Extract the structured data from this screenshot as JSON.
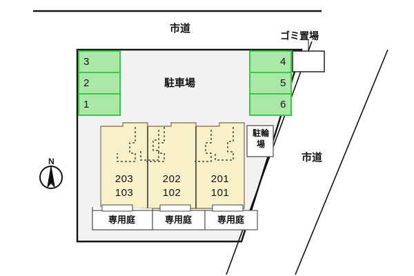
{
  "plan": {
    "type": "property-site-plan",
    "roads": {
      "top_label": "市道",
      "right_label": "市道"
    },
    "parking": {
      "area_label": "駐車場",
      "left_column": [
        {
          "number": "3"
        },
        {
          "number": "2"
        },
        {
          "number": "1"
        }
      ],
      "right_column": [
        {
          "number": "4"
        },
        {
          "number": "5"
        },
        {
          "number": "6"
        }
      ]
    },
    "trash": {
      "label": "ゴミ置場"
    },
    "bicycle_parking": {
      "label_line1": "駐輪",
      "label_line2": "場"
    },
    "building": {
      "units": [
        {
          "upper": "203",
          "lower": "103"
        },
        {
          "upper": "202",
          "lower": "102"
        },
        {
          "upper": "201",
          "lower": "101"
        }
      ]
    },
    "gardens": [
      {
        "label": "専用庭"
      },
      {
        "label": "専用庭"
      },
      {
        "label": "専用庭"
      }
    ],
    "compass": {
      "label": "N"
    },
    "colors": {
      "parking_stall_fill": "#aae8a8",
      "parking_stall_stroke": "#33cc44",
      "building_fill": "#f7f0c8",
      "building_stroke": "#8a8060",
      "site_fill": "#f2f2f2",
      "line": "#111111",
      "white": "#ffffff"
    }
  }
}
